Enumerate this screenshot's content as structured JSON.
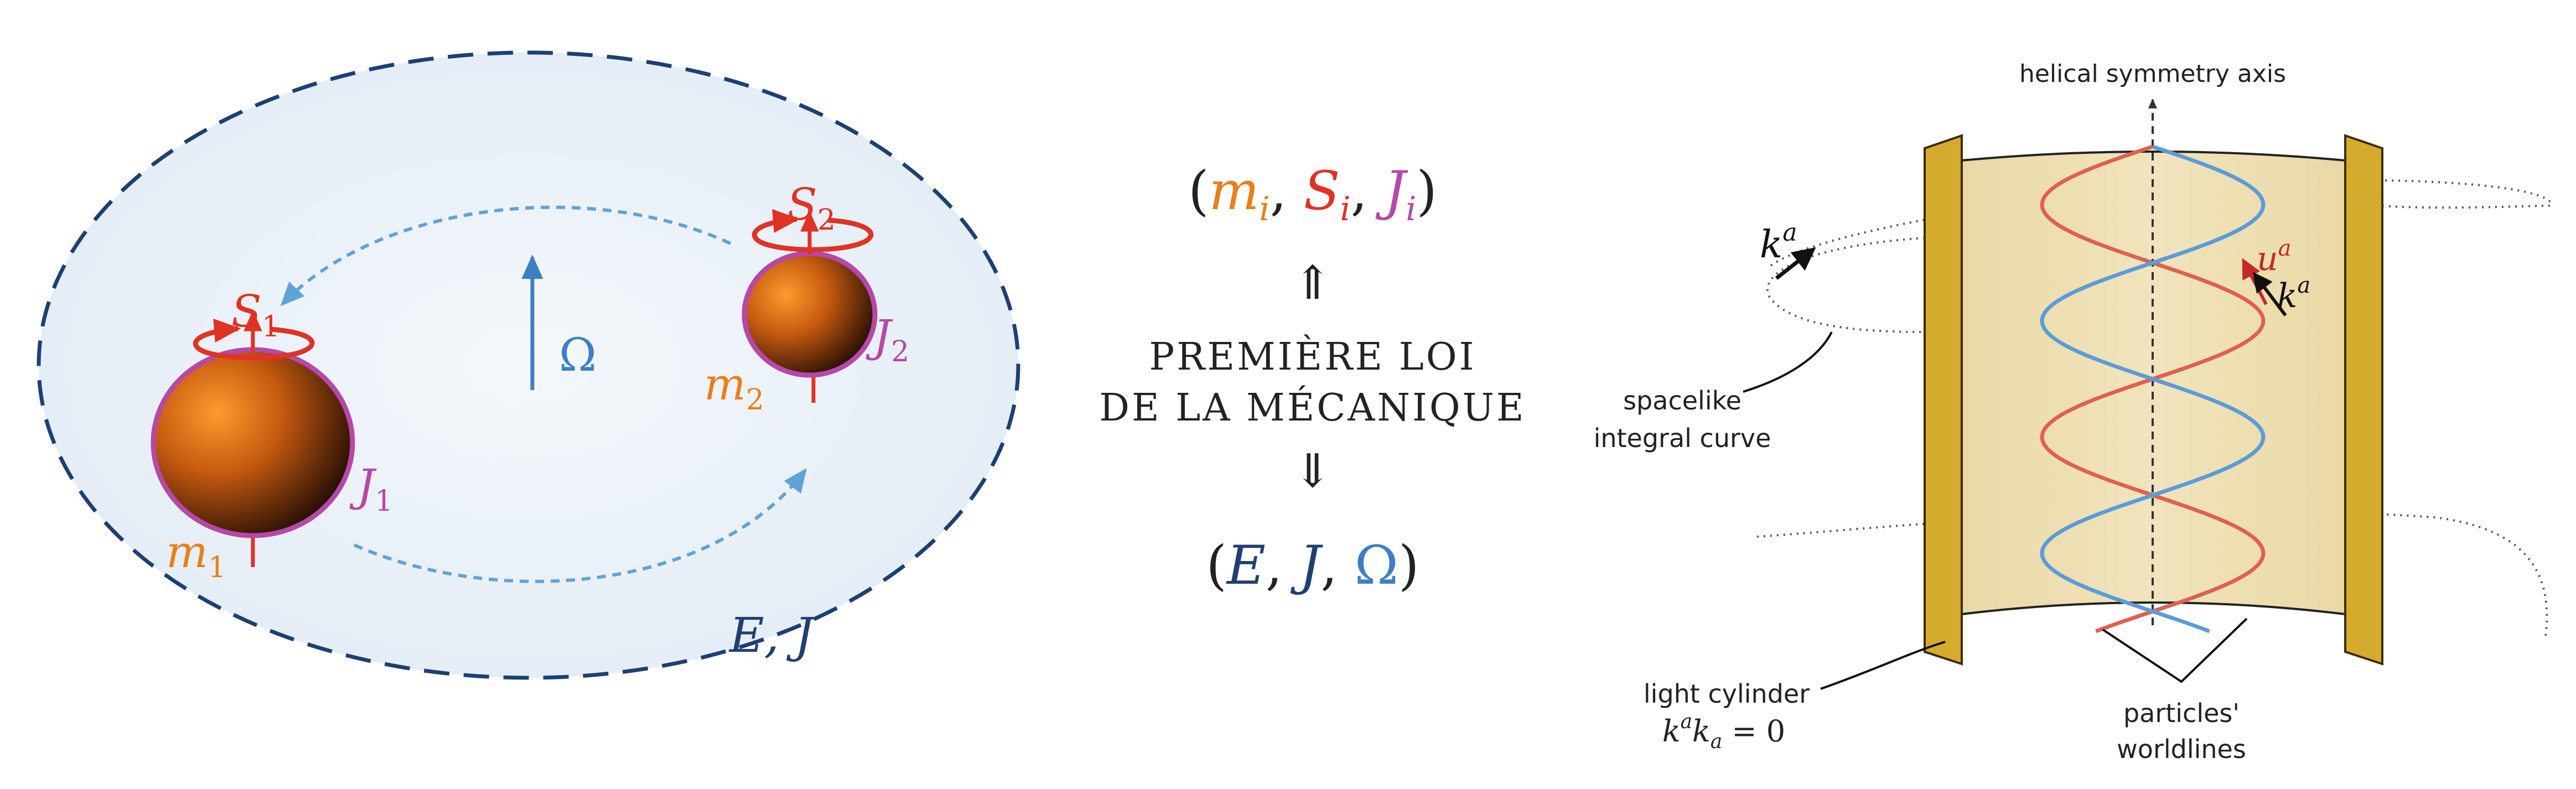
{
  "left_panel": {
    "s1": {
      "main": "S",
      "sub": "1"
    },
    "s2": {
      "main": "S",
      "sub": "2"
    },
    "j1": {
      "main": "J",
      "sub": "1"
    },
    "j2": {
      "main": "J",
      "sub": "2"
    },
    "m1": {
      "main": "m",
      "sub": "1"
    },
    "m2": {
      "main": "m",
      "sub": "2"
    },
    "omega": "Ω",
    "energy_momentum": "E, J"
  },
  "middle_panel": {
    "top_tuple": {
      "open": "(",
      "m": "m",
      "m_sub": "i",
      "sep1": ", ",
      "s": "S",
      "s_sub": "i",
      "sep2": ", ",
      "j": "J",
      "j_sub": "i",
      "close": ")"
    },
    "up_arrow": "⇑",
    "law_line1": "PREMIÈRE LOI",
    "law_line2": "DE LA MÉCANIQUE",
    "down_arrow": "⇓",
    "bottom_tuple": {
      "open": "(",
      "e": "E",
      "sep1": ", ",
      "j": "J",
      "sep2": ", ",
      "omega": "Ω",
      "close": ")"
    }
  },
  "right_panel": {
    "axis_label": "helical symmetry axis",
    "k_vector_label": {
      "main": "k",
      "sup": "a"
    },
    "u_vector_label": {
      "main": "u",
      "sup": "a"
    },
    "k_vector_label_2": {
      "main": "k",
      "sup": "a"
    },
    "spacelike_line1": "spacelike",
    "spacelike_line2": "integral curve",
    "light_cylinder_line1": "light cylinder",
    "light_cylinder_eq": {
      "k": "k",
      "sup1": "a",
      "k2": "k",
      "sub2": "a",
      "rest": " = 0"
    },
    "particles_line1": "particles'",
    "particles_line2": "worldlines"
  },
  "colors": {
    "orange": "#e8801a",
    "red": "#e03325",
    "magenta": "#b548a8",
    "navy": "#1e3f73",
    "blue": "#3d7fc4",
    "light_blue": "#5fa3d8",
    "gold": "#d4ab2c",
    "cylinder_fill": "#efe0b4",
    "wave_red": "#e06050",
    "wave_blue": "#5b9bd8",
    "dark_red": "#c62828",
    "text_dark": "#222222"
  }
}
